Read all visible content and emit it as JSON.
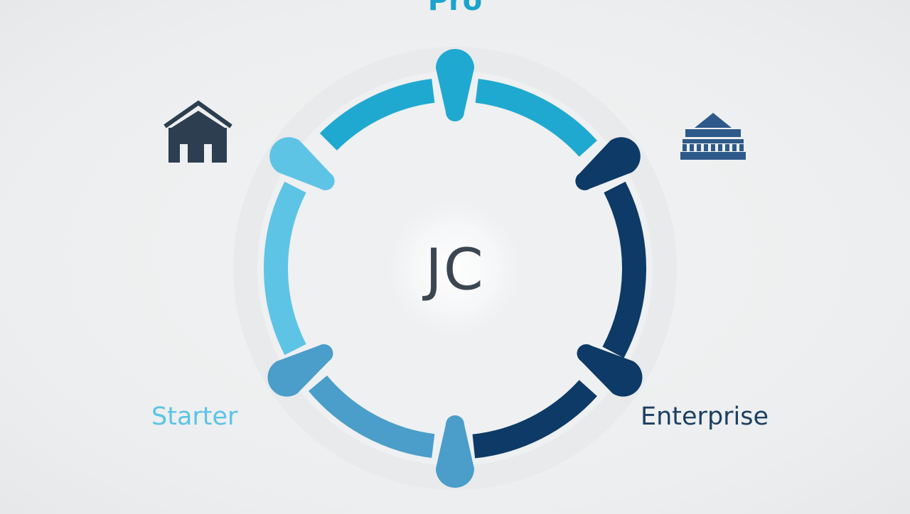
{
  "center": {
    "monogram": "JC"
  },
  "tiers": [
    {
      "name": "Pro",
      "color": "#1fa9d0",
      "icon": ""
    },
    {
      "name": "Starter",
      "color": "#5ec4e6",
      "icon": "house-icon"
    },
    {
      "name": "Enterprise",
      "color": "#0d3a66",
      "icon": "bank-icon"
    }
  ],
  "colors": {
    "pro": "#1fa9d0",
    "starter": "#5ec4e6",
    "bottom": "#4a9ec9",
    "enterprise": "#0d3a66",
    "icon_house": "#2c3e50",
    "icon_bank": "#2d5a8a"
  }
}
